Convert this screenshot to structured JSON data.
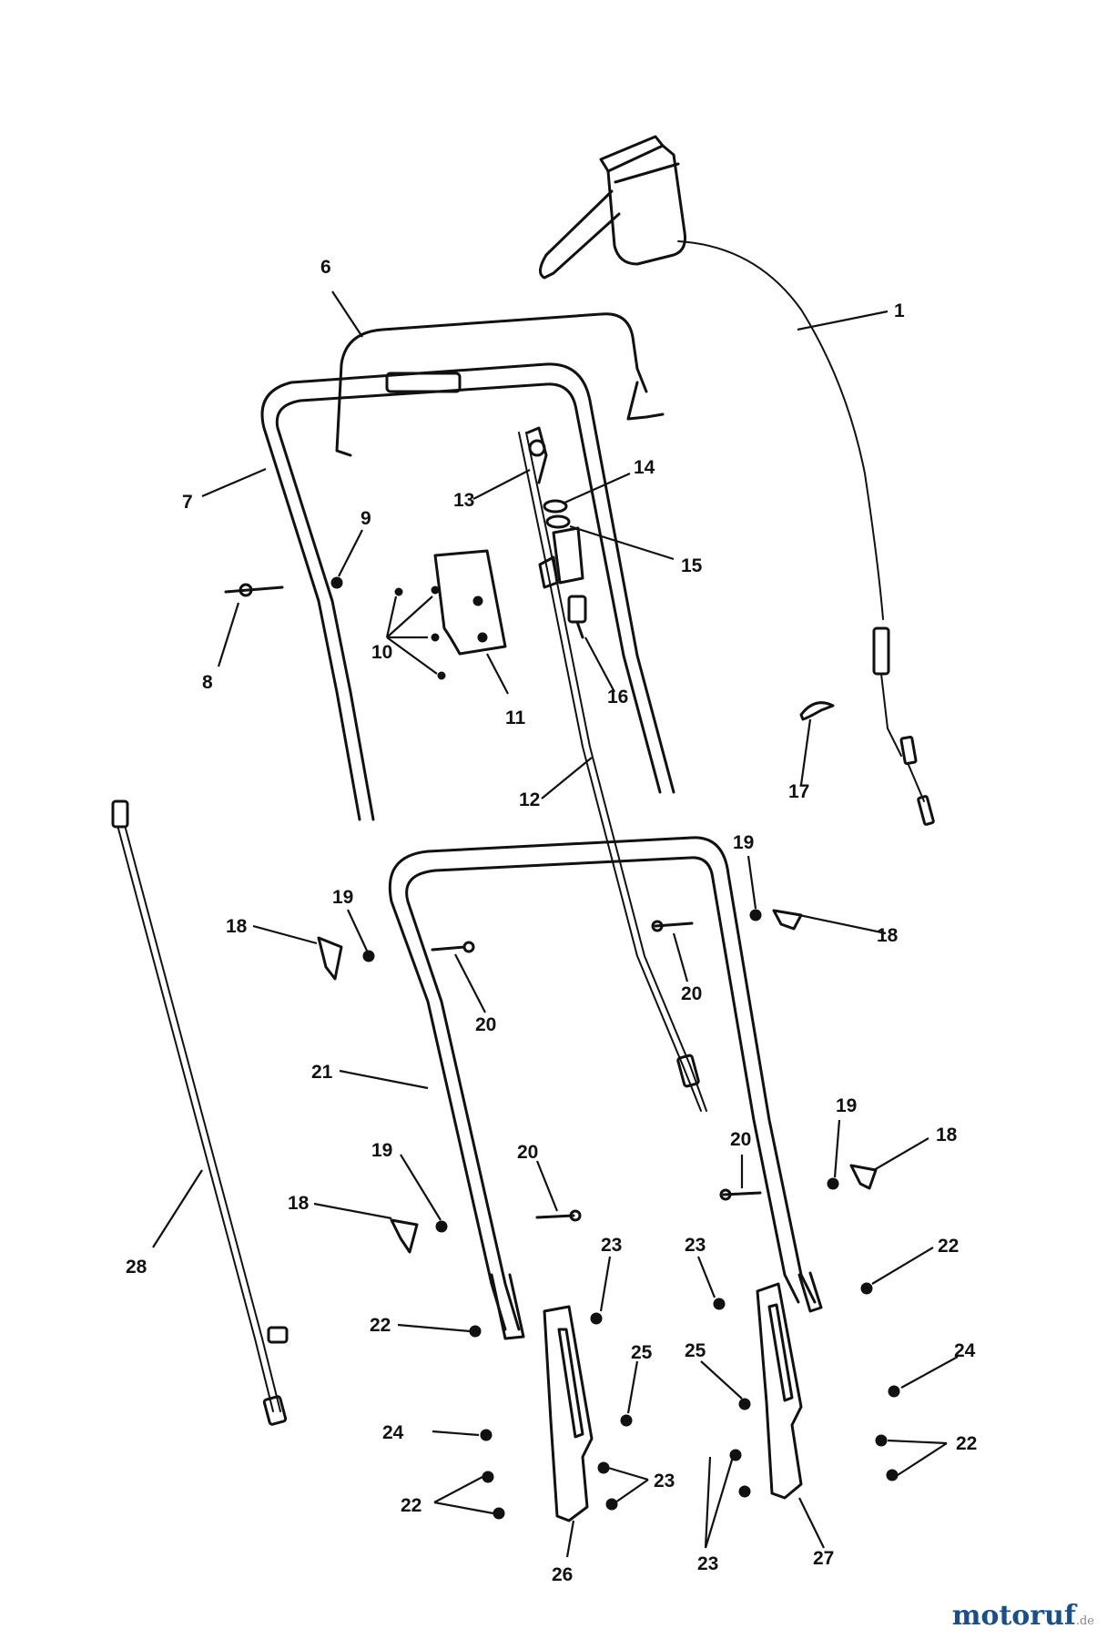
{
  "diagram": {
    "callouts": [
      "1",
      "6",
      "7",
      "8",
      "9",
      "10",
      "11",
      "12",
      "13",
      "14",
      "15",
      "16",
      "17",
      "18",
      "19",
      "20",
      "21",
      "22",
      "23",
      "24",
      "25",
      "26",
      "27",
      "28"
    ]
  },
  "watermark": {
    "main": "motoruf",
    "suffix": ".de"
  }
}
